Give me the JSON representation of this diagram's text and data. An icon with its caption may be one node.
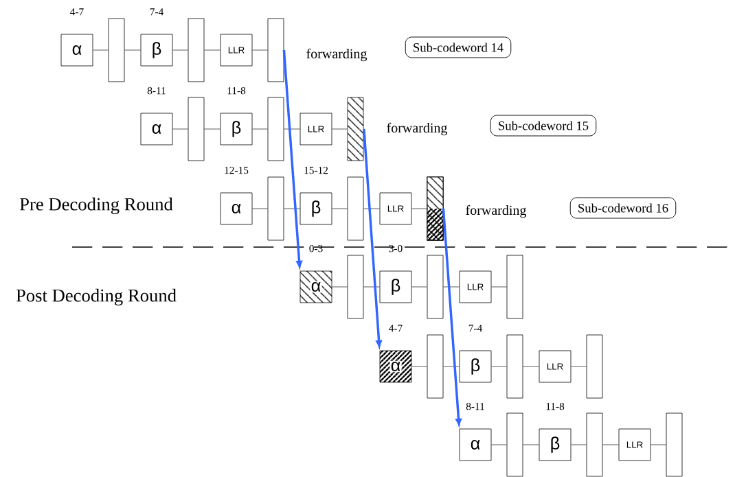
{
  "diagram": {
    "nodes": [
      {
        "text": [
          "α"
        ],
        "beside": [
          "4-7"
        ]
      },
      {
        "text": [],
        "shape": "bar"
      },
      {
        "text": [
          "β"
        ],
        "beside": [
          "7-4"
        ]
      },
      {
        "text": [],
        "shape": "bar"
      },
      {
        "text": [
          "LLR"
        ]
      },
      {
        "text": [],
        "shape": "bar"
      },
      {
        "text": [
          "α"
        ],
        "beside": [
          "8-11"
        ]
      },
      {
        "text": [],
        "shape": "bar"
      },
      {
        "text": [
          "β"
        ],
        "beside": [
          "11-8"
        ]
      },
      {
        "text": [],
        "shape": "bar"
      },
      {
        "text": [
          "LLR"
        ]
      },
      {
        "text": [],
        "shape": "bar"
      },
      {
        "text": [
          "α"
        ],
        "beside": [
          "12-15"
        ]
      },
      {
        "text": [],
        "shape": "bar"
      },
      {
        "text": [
          "β"
        ],
        "beside": [
          "15-12"
        ]
      },
      {
        "text": [],
        "shape": "bar"
      },
      {
        "text": [
          "LLR"
        ]
      },
      {
        "text": [],
        "shape": "bar"
      },
      {
        "text": [
          "α"
        ],
        "beside": [
          "0-3"
        ]
      },
      {
        "text": [],
        "shape": "bar"
      },
      {
        "text": [
          "β"
        ],
        "beside": [
          "3-0"
        ]
      },
      {
        "text": [],
        "shape": "bar"
      },
      {
        "text": [
          "LLR"
        ]
      },
      {
        "text": [],
        "shape": "bar"
      },
      {
        "text": [
          "α"
        ],
        "beside": [
          "4-7"
        ]
      },
      {
        "text": [],
        "shape": "bar"
      },
      {
        "text": [
          "β"
        ],
        "beside": [
          "7-4"
        ]
      },
      {
        "text": [],
        "shape": "bar"
      },
      {
        "text": [
          "LLR"
        ]
      },
      {
        "text": [],
        "shape": "bar"
      },
      {
        "text": [
          "α"
        ],
        "beside": [
          "8-11"
        ]
      },
      {
        "text": [],
        "shape": "bar"
      },
      {
        "text": [
          "β"
        ],
        "beside": [
          "11-8"
        ]
      },
      {
        "text": [],
        "shape": "bar"
      },
      {
        "text": [
          "LLR"
        ]
      },
      {
        "text": [],
        "shape": "bar"
      },
      {
        "text": [
          "Sub-codeword 14"
        ]
      },
      {
        "text": [
          "Sub-codeword 15"
        ]
      },
      {
        "text": [
          "Sub-codeword 16"
        ]
      }
    ],
    "edges": [
      {
        "from": 0,
        "to": 1,
        "arrow": "none"
      },
      {
        "from": 1,
        "to": 2,
        "arrow": "none"
      },
      {
        "from": 2,
        "to": 3,
        "arrow": "none"
      },
      {
        "from": 3,
        "to": 4,
        "arrow": "none"
      },
      {
        "from": 4,
        "to": 5,
        "arrow": "none"
      },
      {
        "from": 6,
        "to": 7,
        "arrow": "none"
      },
      {
        "from": 7,
        "to": 8,
        "arrow": "none"
      },
      {
        "from": 8,
        "to": 9,
        "arrow": "none"
      },
      {
        "from": 9,
        "to": 10,
        "arrow": "none"
      },
      {
        "from": 10,
        "to": 11,
        "arrow": "none"
      },
      {
        "from": 12,
        "to": 13,
        "arrow": "none"
      },
      {
        "from": 13,
        "to": 14,
        "arrow": "none"
      },
      {
        "from": 14,
        "to": 15,
        "arrow": "none"
      },
      {
        "from": 15,
        "to": 16,
        "arrow": "none"
      },
      {
        "from": 16,
        "to": 17,
        "arrow": "none"
      },
      {
        "from": 18,
        "to": 19,
        "arrow": "none"
      },
      {
        "from": 19,
        "to": 20,
        "arrow": "none"
      },
      {
        "from": 20,
        "to": 21,
        "arrow": "none"
      },
      {
        "from": 21,
        "to": 22,
        "arrow": "none"
      },
      {
        "from": 22,
        "to": 23,
        "arrow": "none"
      },
      {
        "from": 24,
        "to": 25,
        "arrow": "none"
      },
      {
        "from": 25,
        "to": 26,
        "arrow": "none"
      },
      {
        "from": 26,
        "to": 27,
        "arrow": "none"
      },
      {
        "from": 27,
        "to": 28,
        "arrow": "none"
      },
      {
        "from": 28,
        "to": 29,
        "arrow": "none"
      },
      {
        "from": 30,
        "to": 31,
        "arrow": "none"
      },
      {
        "from": 31,
        "to": 32,
        "arrow": "none"
      },
      {
        "from": 32,
        "to": 33,
        "arrow": "none"
      },
      {
        "from": 33,
        "to": 34,
        "arrow": "none"
      },
      {
        "from": 34,
        "to": 35,
        "arrow": "none"
      },
      {
        "from": 5,
        "to": 18,
        "arrow": "to",
        "style": "thick",
        "color": "#3366ff"
      },
      {
        "from": 11,
        "to": 24,
        "arrow": "to",
        "style": "thick",
        "color": "#3366ff"
      },
      {
        "from": 17,
        "to": 30,
        "arrow": "to",
        "style": "thick",
        "color": "#3366ff"
      }
    ],
    "labels": [
      "forwarding",
      "forwarding",
      "forwarding",
      "Pre Decoding Round",
      "Post Decoding Round"
    ]
  }
}
